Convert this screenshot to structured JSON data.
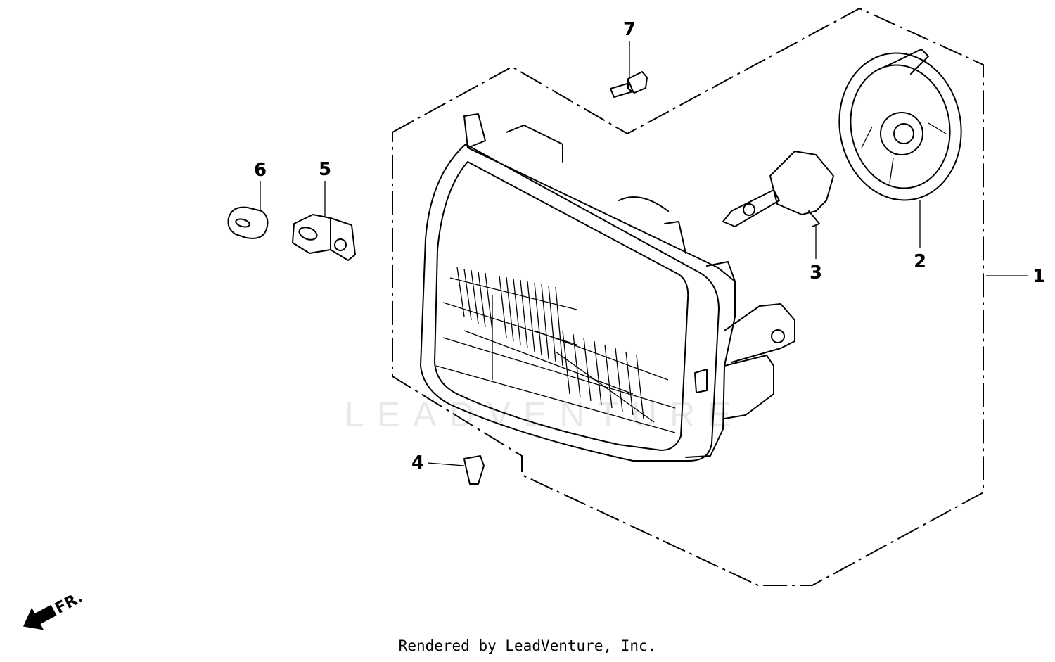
{
  "diagram": {
    "watermark": "LEADVENTURE",
    "direction_label": "FR.",
    "callouts": [
      {
        "id": "1",
        "label": "1"
      },
      {
        "id": "2",
        "label": "2"
      },
      {
        "id": "3",
        "label": "3"
      },
      {
        "id": "4",
        "label": "4"
      },
      {
        "id": "5",
        "label": "5"
      },
      {
        "id": "6",
        "label": "6"
      },
      {
        "id": "7",
        "label": "7"
      }
    ]
  },
  "footer": {
    "text": "Rendered by LeadVenture, Inc."
  }
}
